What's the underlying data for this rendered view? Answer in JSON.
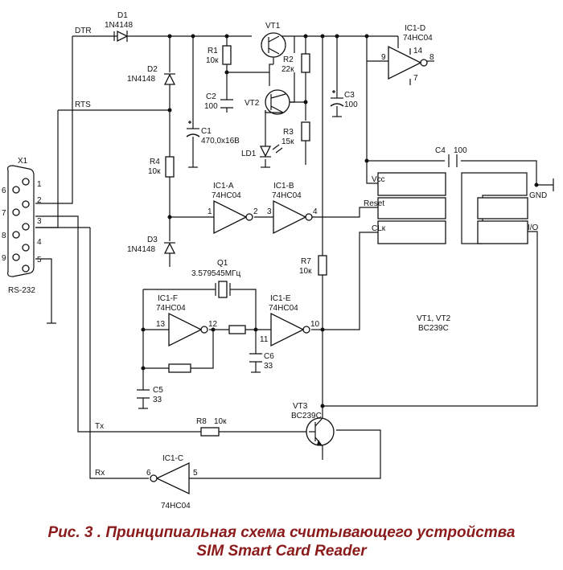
{
  "caption": {
    "line1": "Рис. 3 . Принципиальная схема считывающего устройства",
    "line2": "SIM Smart Card Reader"
  },
  "connector": {
    "ref": "X1",
    "name": "RS-232",
    "pins": [
      "1",
      "2",
      "3",
      "4",
      "5",
      "6",
      "7",
      "8",
      "9"
    ]
  },
  "nets": {
    "dtr": "DTR",
    "rts": "RTS",
    "tx": "Tx",
    "rx": "Rx",
    "gnd": "GND"
  },
  "diodes": {
    "d1": {
      "ref": "D1",
      "type": "1N4148"
    },
    "d2": {
      "ref": "D2",
      "type": "1N4148"
    },
    "d3": {
      "ref": "D3",
      "type": "1N4148"
    },
    "ld1": {
      "ref": "LD1"
    }
  },
  "resistors": {
    "r1": {
      "ref": "R1",
      "value": "10к"
    },
    "r2": {
      "ref": "R2",
      "value": "22к"
    },
    "r3": {
      "ref": "R3",
      "value": "15к"
    },
    "r4": {
      "ref": "R4",
      "value": "10к"
    },
    "r7": {
      "ref": "R7",
      "value": "10к"
    },
    "r8": {
      "ref": "R8",
      "value": "10к"
    }
  },
  "capacitors": {
    "c1": {
      "ref": "C1",
      "value": "470,0x16B"
    },
    "c2": {
      "ref": "C2",
      "value": "100"
    },
    "c3": {
      "ref": "C3",
      "value": "100"
    },
    "c4": {
      "ref": "C4",
      "value": "100"
    },
    "c5": {
      "ref": "C5",
      "value": "33"
    },
    "c6": {
      "ref": "C6",
      "value": "33"
    }
  },
  "transistors": {
    "vt1": {
      "ref": "VT1"
    },
    "vt2": {
      "ref": "VT2"
    },
    "vt3": {
      "ref": "VT3",
      "type": "BC239C"
    },
    "note": {
      "refs": "VT1, VT2",
      "type": "BC239C"
    }
  },
  "crystal": {
    "ref": "Q1",
    "freq": "3.579545МГц"
  },
  "gates": {
    "a": {
      "ref": "IC1-A",
      "type": "74HC04",
      "pin_in": "1",
      "pin_out": "2"
    },
    "b": {
      "ref": "IC1-B",
      "type": "74HC04",
      "pin_in": "3",
      "pin_out": "4"
    },
    "c": {
      "ref": "IC1-C",
      "type": "74HC04",
      "pin_in": "5",
      "pin_out": "6"
    },
    "d": {
      "ref": "IC1-D",
      "type": "74HC04",
      "pin_in": "9",
      "pin_out": "8",
      "pin_vcc": "14",
      "pin_gnd": "7"
    },
    "e": {
      "ref": "IC1-E",
      "type": "74HC04",
      "pin_in": "11",
      "pin_out": "10"
    },
    "f": {
      "ref": "IC1-F",
      "type": "74HC04",
      "pin_in": "13",
      "pin_out": "12"
    }
  },
  "sim": {
    "vcc": "Vcc",
    "reset": "Reset",
    "clk": "CLк",
    "io": "I/O"
  }
}
